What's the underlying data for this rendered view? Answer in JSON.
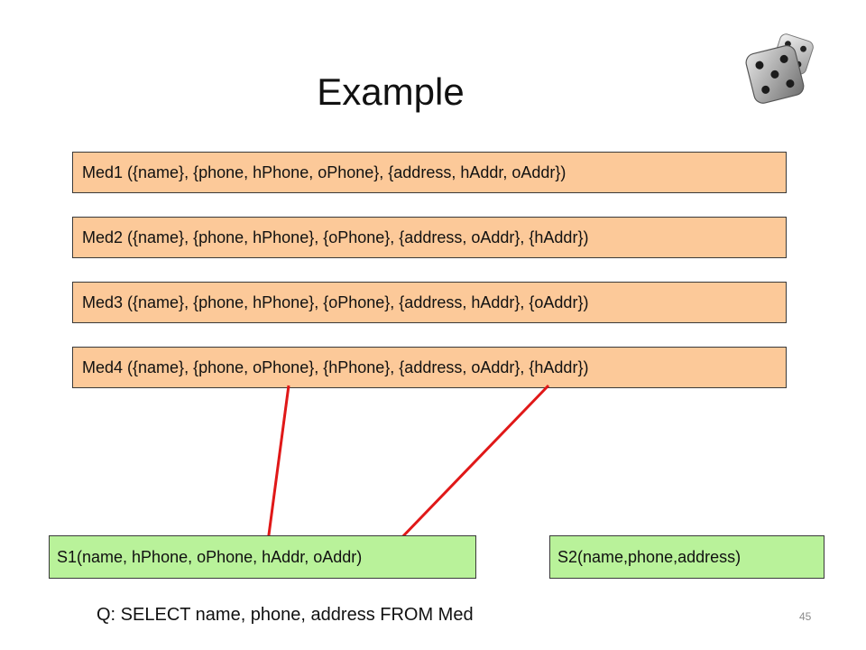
{
  "title": "Example",
  "mediated_schemas": [
    {
      "label": "Med1 ({name}, {phone, hPhone, oPhone}, {address, hAddr, oAddr})"
    },
    {
      "label": "Med2 ({name}, {phone, hPhone}, {oPhone}, {address, oAddr}, {hAddr})"
    },
    {
      "label": "Med3 ({name}, {phone, hPhone}, {oPhone}, {address, hAddr}, {oAddr})"
    },
    {
      "label": "Med4 ({name}, {phone, oPhone}, {hPhone}, {address, oAddr}, {hAddr})"
    }
  ],
  "sources": [
    {
      "label": "S1(name, hPhone, oPhone, hAddr, oAddr)"
    },
    {
      "label": "S2(name,phone,address)"
    }
  ],
  "query": "Q: SELECT name, phone, address FROM Med",
  "page_number": "45",
  "colors": {
    "mediated_box_fill": "#fcc999",
    "source_box_fill": "#b9f29a",
    "connector_line": "#e01818"
  },
  "icons": {
    "decoration": "dice-icon"
  }
}
